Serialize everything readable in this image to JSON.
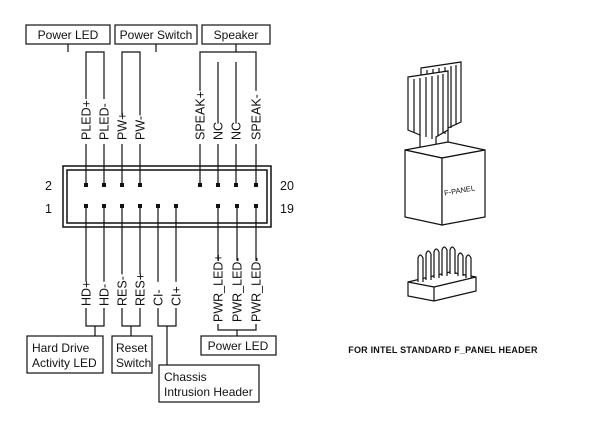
{
  "top_groups": {
    "power_led": "Power LED",
    "power_switch": "Power Switch",
    "speaker": "Speaker"
  },
  "bottom_groups": {
    "hdd_led_line1": "Hard Drive",
    "hdd_led_line2": "Activity LED",
    "reset_line1": "Reset",
    "reset_line2": "Switch",
    "chassis_line1": "Chassis",
    "chassis_line2": "Intrusion Header",
    "power_led": "Power LED"
  },
  "top_pins": [
    "PLED+",
    "PLED-",
    "PW+",
    "PW-",
    "SPEAK+",
    "NC",
    "NC",
    "SPEAK-"
  ],
  "bottom_pins": [
    "HD+",
    "HD-",
    "RES-",
    "RES+",
    "CI-",
    "CI+",
    "PWR_LED+",
    "PWR_LED-",
    "PWR_LED-"
  ],
  "pin_numbers": {
    "top_left": "2",
    "top_right": "20",
    "bottom_left": "1",
    "bottom_right": "19"
  },
  "connector_caption": "F-PANEL",
  "footer_caption": "FOR INTEL STANDARD F_PANEL HEADER"
}
